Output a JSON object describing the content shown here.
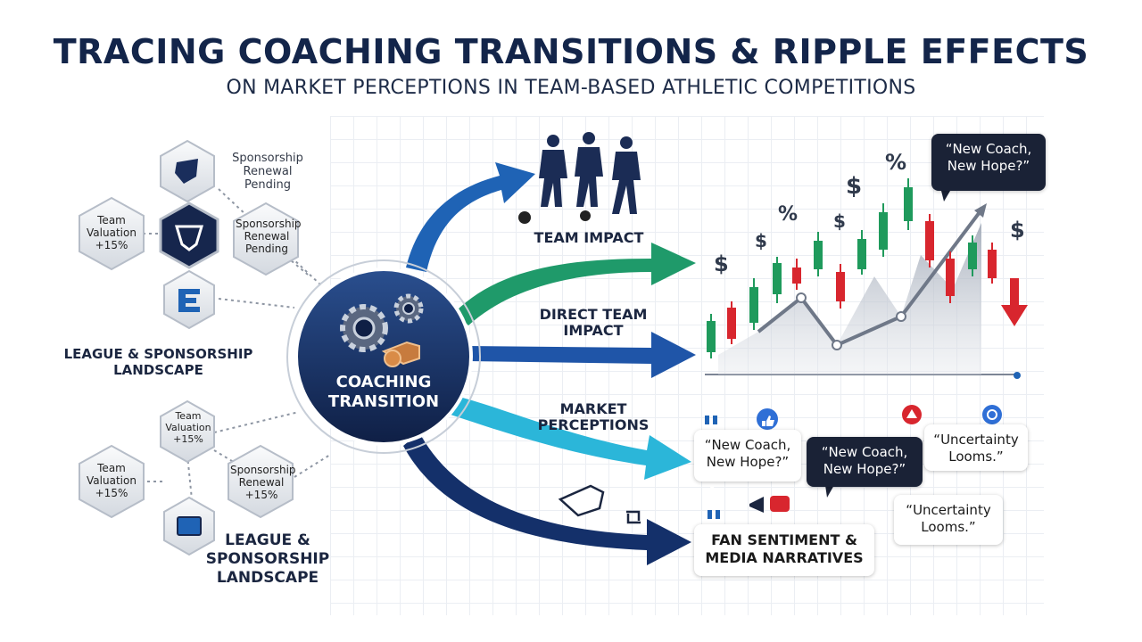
{
  "title": "TRACING COACHING TRANSITIONS & RIPPLE EFFECTS",
  "subtitle": "ON MARKET PERCEPTIONS IN TEAM-BASED ATHLETIC COMPETITIONS",
  "hub": {
    "label": "COACHING TRANSITION"
  },
  "left": {
    "top_label": "Sponsorship Renewal Pending",
    "hex_valuation_1": "Team Valuation +15%",
    "hex_sponsorship_1": "Sponsorship Renewal Pending",
    "league_label_1": "LEAGUE & SPONSORSHIP LANDSCAPE",
    "hex_valuation_2": "Team Valuation +15%",
    "hex_valuation_3": "Team Valuation +15%",
    "hex_sponsorship_2": "Sponsorship Renewal +15%",
    "league_label_2": "LEAGUE & SPONSORSHIP LANDSCAPE"
  },
  "flows": {
    "team_impact": "TEAM IMPACT",
    "direct_team_impact": "DIRECT TEAM IMPACT",
    "market_perceptions": "MARKET PERCEPTIONS",
    "fan_sentiment": "FAN SENTIMENT & MEDIA NARRATIVES"
  },
  "quotes": {
    "chart_quote": "“New Coach, New Hope?”",
    "quote_a": "“New Coach, New Hope?”",
    "quote_b": "“New Coach, New Hope?”",
    "quote_c": "“Uncertainty Looms.”",
    "quote_d": "“Uncertainty Looms.”"
  },
  "symbols": {
    "dollar": "$",
    "percent": "%"
  },
  "colors": {
    "navy": "#13254a",
    "blue": "#1f63b5",
    "green": "#1f9a6a",
    "cyan": "#2bb6d9",
    "candle_green": "#1f9a5c",
    "candle_red": "#d8262e"
  }
}
